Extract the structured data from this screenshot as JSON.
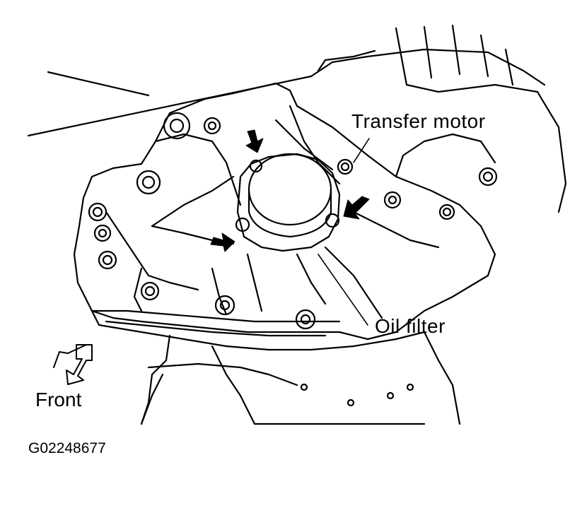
{
  "labels": {
    "transfer_motor": "Transfer motor",
    "oil_filter": "Oil filter",
    "front": "Front",
    "figure_code": "G02248677"
  },
  "colors": {
    "ink": "#000000",
    "paper": "#ffffff"
  },
  "icons": {
    "front_arrow": "front-direction-arrow-icon",
    "pointer_arrow": "solid-pointer-arrow-icon"
  }
}
